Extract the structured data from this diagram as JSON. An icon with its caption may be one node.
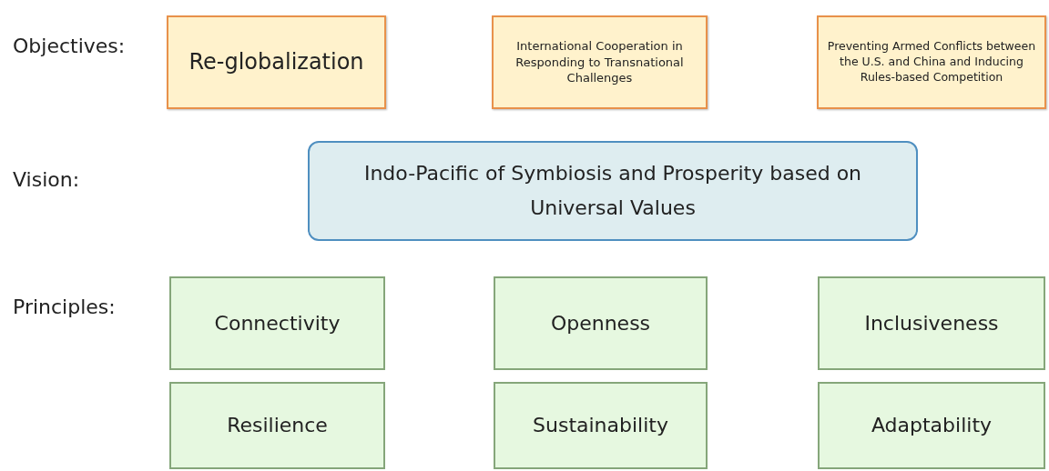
{
  "diagram": {
    "nodes": [
      {
        "text": [
          "Re-globalization"
        ]
      },
      {
        "text": [
          "International Cooperation in Responding to Transnational Challenges"
        ]
      },
      {
        "text": [
          "Preventing Armed Conflicts between the U.S. and China and Inducing Rules-based Competition"
        ]
      },
      {
        "text": [
          "Indo-Pacific of Symbiosis and Prosperity based on Universal Values"
        ]
      },
      {
        "text": [
          "Connectivity"
        ]
      },
      {
        "text": [
          "Openness"
        ]
      },
      {
        "text": [
          "Inclusiveness"
        ]
      },
      {
        "text": [
          "Resilience"
        ]
      },
      {
        "text": [
          "Sustainability"
        ]
      },
      {
        "text": [
          "Adaptability"
        ]
      }
    ],
    "edges": [],
    "labels": [
      "Objectives:",
      "Vision:",
      "Principles:"
    ]
  }
}
